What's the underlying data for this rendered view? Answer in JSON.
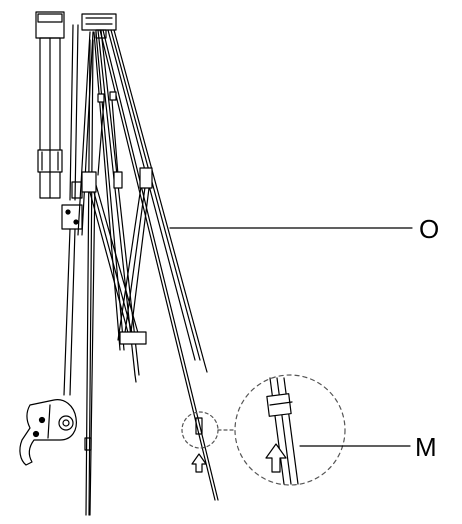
{
  "figure": {
    "callouts": [
      {
        "id": "O",
        "label": "O"
      },
      {
        "id": "M",
        "label": "M"
      }
    ],
    "colors": {
      "stroke": "#000000",
      "background": "#ffffff",
      "detail_circle": "#555555"
    },
    "icons": [
      "up-arrow-icon",
      "up-arrow-icon"
    ]
  }
}
